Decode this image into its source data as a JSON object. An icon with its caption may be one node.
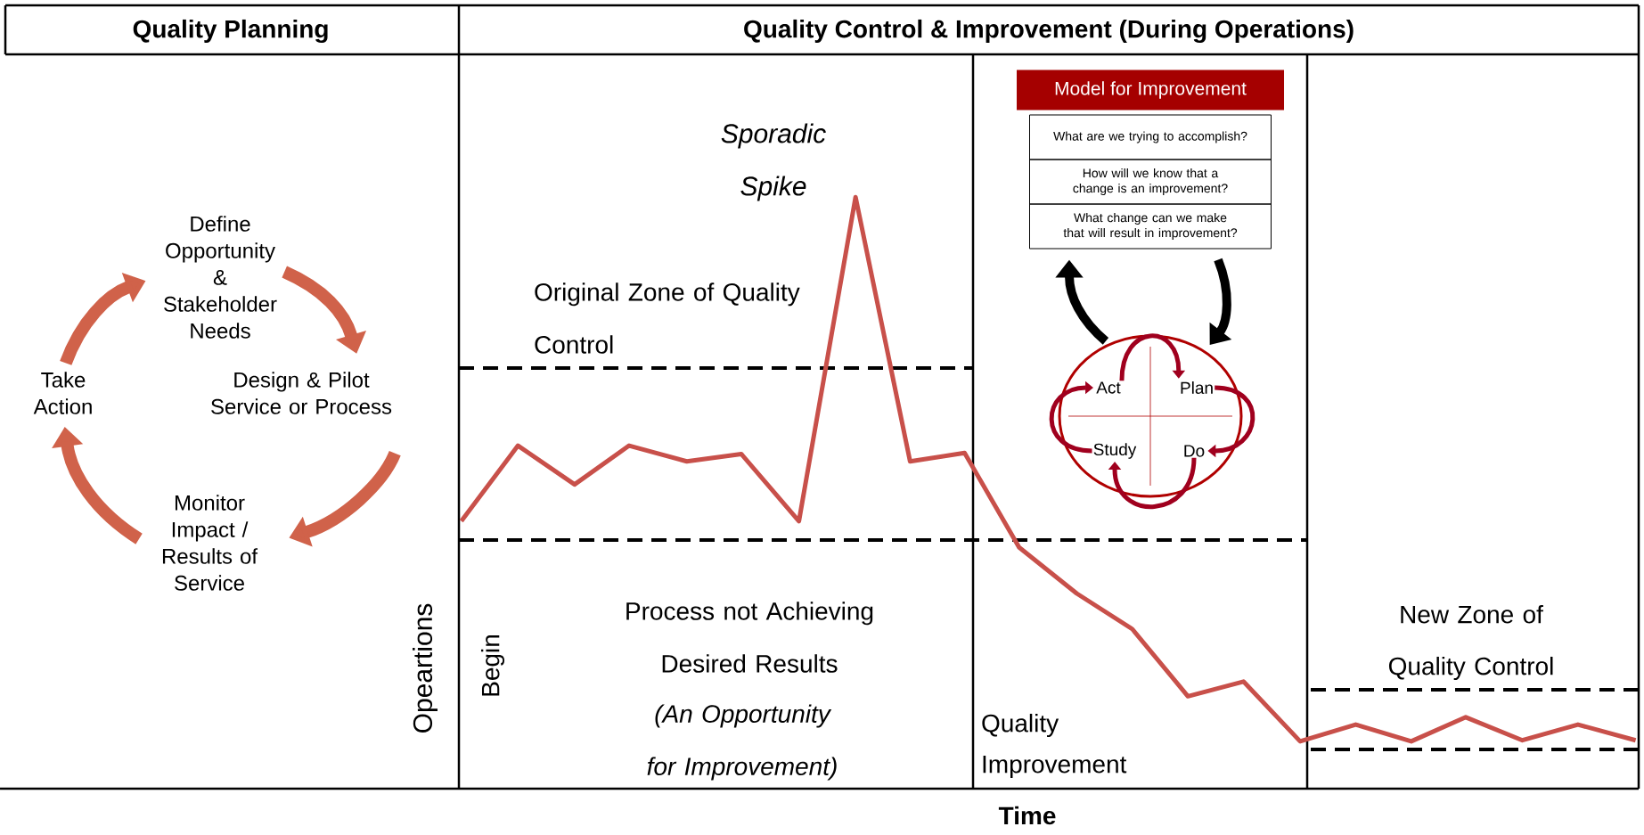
{
  "diagram": {
    "nodes": [
      {
        "text": [
          "Define Opportunity & Stakeholder Needs"
        ]
      },
      {
        "text": [
          "Design & Pilot Service or Process"
        ]
      },
      {
        "text": [
          "Monitor Impact / Results of Service"
        ]
      },
      {
        "text": [
          "Take Action"
        ]
      },
      {
        "text": [
          "Model for Improvement"
        ]
      },
      {
        "text": [
          "What are we trying to accomplish?"
        ]
      },
      {
        "text": [
          "How will we know that a change is an improvement?"
        ]
      },
      {
        "text": [
          "What change can we make that will result in improvement?"
        ]
      },
      {
        "text": [],
        "shape": "circle"
      },
      {
        "text": [
          "Act"
        ],
        "in": 8
      },
      {
        "text": [
          "Plan"
        ],
        "in": 8
      },
      {
        "text": [
          "Study"
        ],
        "in": 8
      },
      {
        "text": [
          "Do"
        ],
        "in": 8
      }
    ],
    "edges": [
      {
        "from": 0,
        "to": 1,
        "arrow": "to",
        "color": "#d0624a"
      },
      {
        "from": 1,
        "to": 2,
        "arrow": "to",
        "color": "#d0624a"
      },
      {
        "from": 2,
        "to": 3,
        "arrow": "to",
        "color": "#d0624a"
      },
      {
        "from": 3,
        "to": 0,
        "arrow": "to",
        "color": "#d0624a"
      },
      {
        "from": 8,
        "to": 7,
        "arrow": "to",
        "color": "#000000"
      },
      {
        "from": 7,
        "to": 8,
        "arrow": "to",
        "color": "#000000"
      },
      {
        "from": 9,
        "to": 10,
        "arrow": "to",
        "color": "#a0001e"
      },
      {
        "from": 10,
        "to": 12,
        "arrow": "to",
        "color": "#a0001e"
      },
      {
        "from": 12,
        "to": 11,
        "arrow": "to",
        "color": "#a0001e"
      },
      {
        "from": 11,
        "to": 9,
        "arrow": "to",
        "color": "#a0001e"
      }
    ],
    "labels": [
      "Quality Planning",
      "Quality Control & Improvement (During Operations)",
      "Sporadic Spike",
      "Original Zone of Quality Control",
      "Opeartions",
      "Begin",
      "Process not Achieving Desired Results",
      "(An Opportunity for Improvement)",
      "Quality Improvement",
      "New Zone of Quality Control",
      "Time"
    ]
  }
}
